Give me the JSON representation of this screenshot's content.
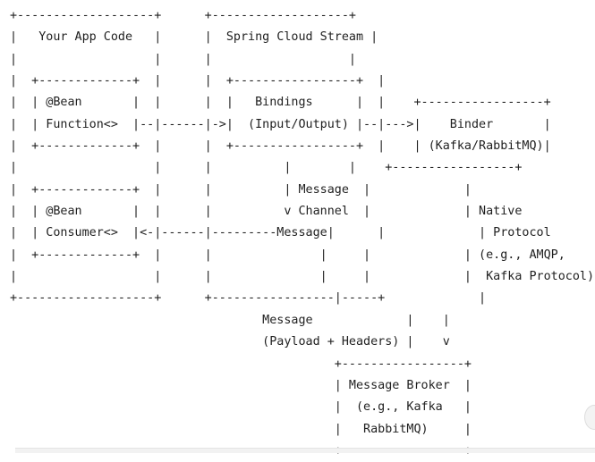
{
  "diagram": {
    "lines": [
      "+-------------------+      +-------------------+",
      "|   Your App Code   |      |  Spring Cloud Stream |",
      "|                   |      |                   |",
      "|  +-------------+  |      |  +-----------------+  |",
      "|  | @Bean       |  |      |  |   Bindings      |  |    +-----------------+",
      "|  | Function<>  |--|------|->|  (Input/Output) |--|--->|    Binder       |",
      "|  +-------------+  |      |  +-----------------+  |    | (Kafka/RabbitMQ)|",
      "|                   |      |          |        |    +-----------------+",
      "|  +-------------+  |      |          | Message  |             |",
      "|  | @Bean       |  |      |          v Channel  |             | Native",
      "|  | Consumer<>  |<-|------|---------Message|      |             | Protocol",
      "|  +-------------+  |      |               |     |             | (e.g., AMQP,",
      "|                   |      |               |     |             |  Kafka Protocol)",
      "+-------------------+      +-----------------|-----+             |",
      "                                   Message             |    |",
      "                                   (Payload + Headers) |    v",
      "                                             +-----------------+",
      "                                             | Message Broker  |",
      "                                             |  (e.g., Kafka   |",
      "                                             |   RabbitMQ)     |",
      "                                             +-----------------+"
    ]
  }
}
